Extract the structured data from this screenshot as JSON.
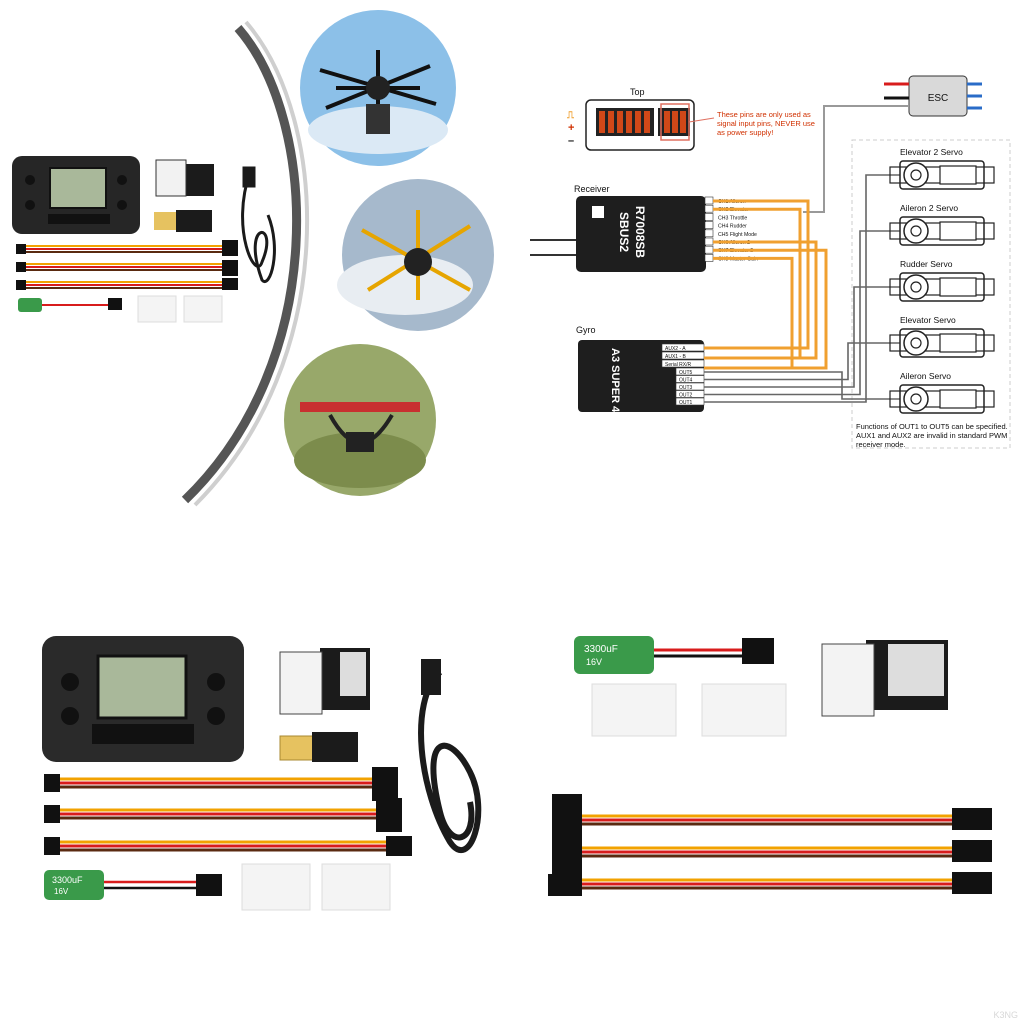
{
  "top_label": "Top",
  "pin_warning": [
    "These pins are only used as",
    "signal input pins, NEVER use",
    "as power supply!"
  ],
  "esc_label": "ESC",
  "receiver_label": "Receiver",
  "receiver_model": "R7008SB",
  "receiver_brand": "SBUS2",
  "gyro_label": "Gyro",
  "gyro_model": "A3 SUPER 4",
  "gyro_input_labels": [
    "AUX2 - A",
    "AUX1 - B",
    "Serial RX/R"
  ],
  "gyro_output_labels": [
    "OUT5",
    "OUT4",
    "OUT3",
    "OUT2",
    "OUT1"
  ],
  "channels": [
    "CH1 Aileron",
    "CH2 Elevator",
    "CH3 Throttle",
    "CH4 Rudder",
    "CH5 Flight Mode",
    "CH6 Aileron 2",
    "CH7 Elevator 2",
    "CH8 Master Gain"
  ],
  "servos": [
    "Elevator 2 Servo",
    "Aileron 2 Servo",
    "Rudder Servo",
    "Elevator Servo",
    "Aileron Servo"
  ],
  "note": [
    "Functions of OUT1 to OUT5 can be specified.",
    "AUX1 and AUX2 are invalid in standard PWM",
    "receiver mode."
  ],
  "capacitor_label": [
    "3300uF",
    "16V"
  ],
  "watermark": "K3NG",
  "colors": {
    "signal_orange": "#f0a030",
    "warning_red": "#d03000",
    "esc_blue": "#2a6cc8",
    "wire_orange": "#f2a200",
    "wire_red": "#d81c1c",
    "wire_brown": "#5a2a10"
  }
}
